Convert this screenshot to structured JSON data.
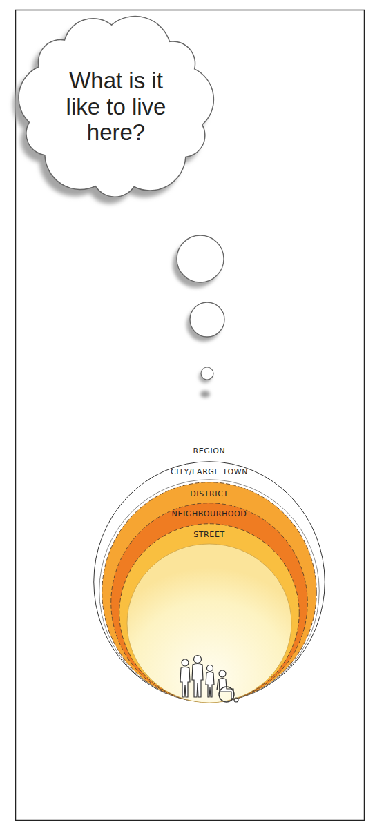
{
  "diagram": {
    "nodes": [
      {
        "text": [
          "What is it like to live here?"
        ]
      },
      {
        "text": [
          "REGION"
        ]
      },
      {
        "text": [
          "CITY/LARGE TOWN"
        ],
        "in": 1
      },
      {
        "text": [
          "DISTRICT"
        ],
        "in": 2
      },
      {
        "text": [
          "NEIGHBOURHOOD"
        ],
        "in": 3
      },
      {
        "text": [
          "STREET"
        ],
        "in": 4
      }
    ]
  }
}
